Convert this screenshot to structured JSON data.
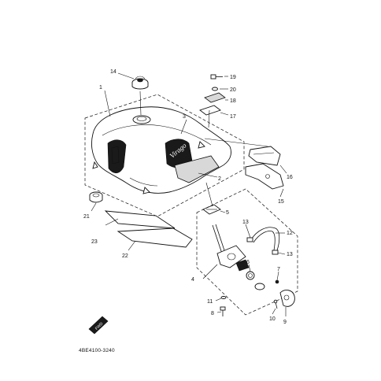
{
  "diagram": {
    "drawing_code": "4BE4100-3240",
    "front_marker": "FWD",
    "parts": [
      {
        "id": "p1",
        "label": "1"
      },
      {
        "id": "p2",
        "label": "2"
      },
      {
        "id": "p3",
        "label": "3"
      },
      {
        "id": "p4",
        "label": "4"
      },
      {
        "id": "p5",
        "label": "5"
      },
      {
        "id": "p6",
        "label": "6"
      },
      {
        "id": "p7",
        "label": "7"
      },
      {
        "id": "p8",
        "label": "8"
      },
      {
        "id": "p9",
        "label": "9"
      },
      {
        "id": "p10",
        "label": "10"
      },
      {
        "id": "p11",
        "label": "11"
      },
      {
        "id": "p12",
        "label": "12"
      },
      {
        "id": "p13a",
        "label": "13"
      },
      {
        "id": "p13b",
        "label": "13"
      },
      {
        "id": "p14",
        "label": "14"
      },
      {
        "id": "p15",
        "label": "15"
      },
      {
        "id": "p16",
        "label": "16"
      },
      {
        "id": "p17",
        "label": "17"
      },
      {
        "id": "p18",
        "label": "18"
      },
      {
        "id": "p19",
        "label": "19"
      },
      {
        "id": "p20",
        "label": "20"
      },
      {
        "id": "p21",
        "label": "21"
      },
      {
        "id": "p22",
        "label": "22"
      },
      {
        "id": "p23",
        "label": "23"
      }
    ]
  }
}
